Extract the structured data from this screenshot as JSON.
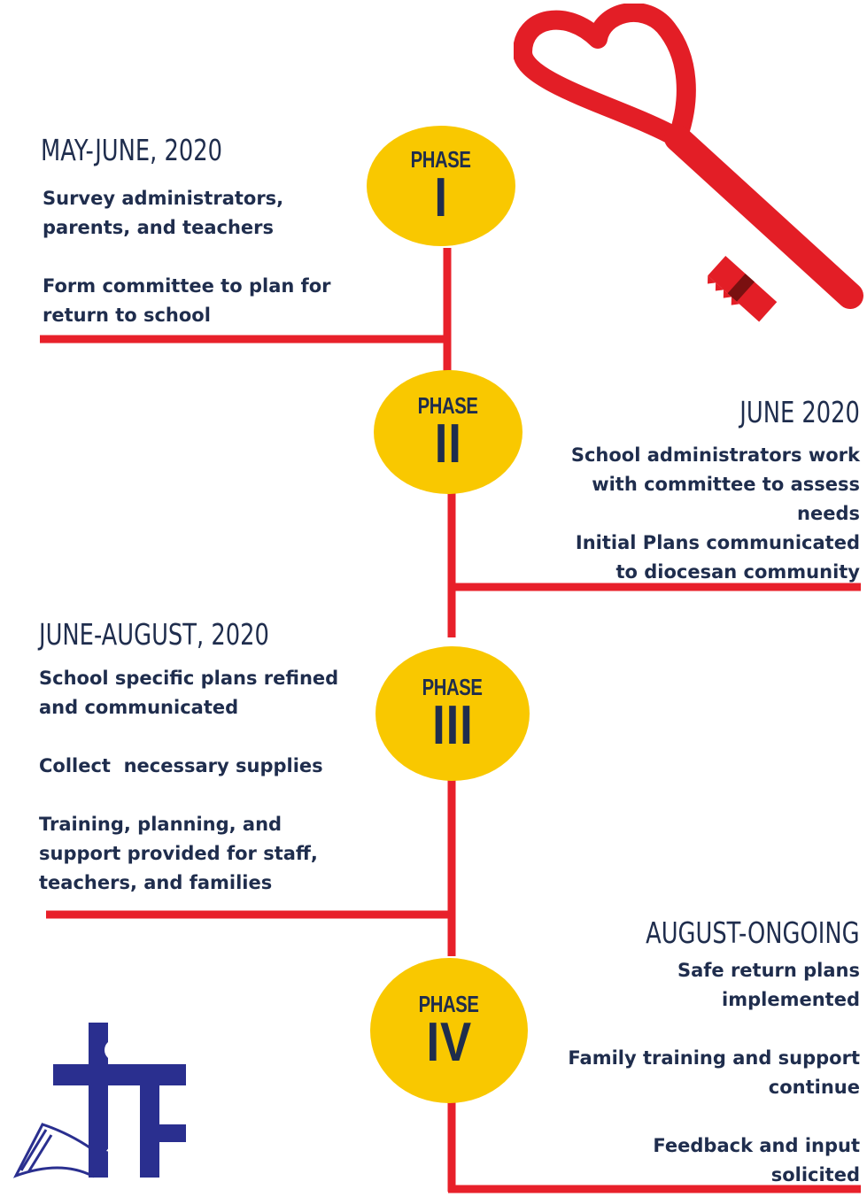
{
  "colors": {
    "line": "#e8202a",
    "circle": "#f9c800",
    "text": "#1f2d4d",
    "key": "#e31e26",
    "key_dark": "#7a1010",
    "logo": "#2a2f8f"
  },
  "phases": [
    {
      "word": "PHASE",
      "numeral": "I",
      "heading": "MAY-JUNE, 2020",
      "items": [
        "Survey administrators,\nparents, and teachers",
        "Form committee to plan for\nreturn to school"
      ]
    },
    {
      "word": "PHASE",
      "numeral": "II",
      "heading": "JUNE 2020",
      "items": [
        "School administrators work\nwith committee to assess\nneeds",
        "Initial Plans communicated\nto diocesan community"
      ]
    },
    {
      "word": "PHASE",
      "numeral": "III",
      "heading": "JUNE-AUGUST, 2020",
      "items": [
        "School specific plans refined\nand communicated",
        "Collect  necessary supplies",
        "Training, planning, and\nsupport provided for staff,\nteachers, and families"
      ]
    },
    {
      "word": "PHASE",
      "numeral": "IV",
      "heading": "AUGUST-ONGOING",
      "items": [
        "Safe return plans\nimplemented",
        "Family training and support\ncontinue",
        "Feedback and input\nsolicited"
      ]
    }
  ],
  "icons": {
    "key": "heart-key-icon",
    "logo": "diocese-school-logo"
  }
}
